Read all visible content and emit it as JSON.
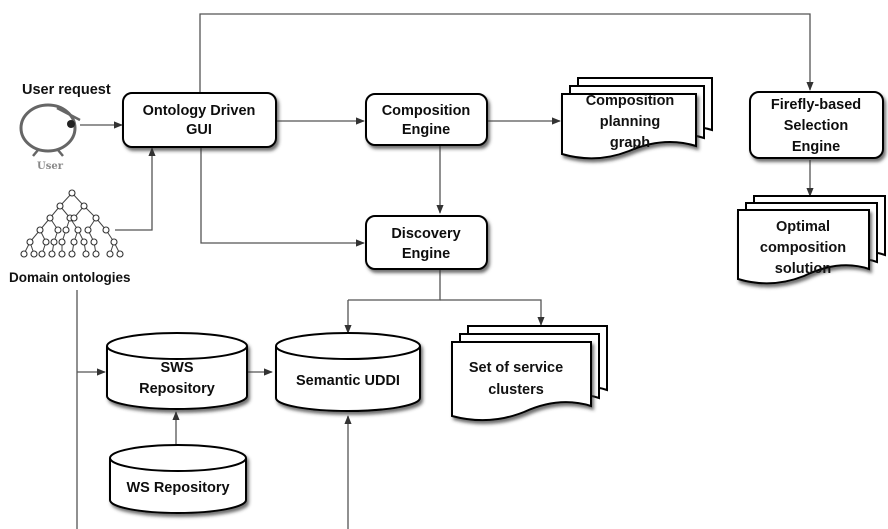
{
  "actors": {
    "user_request": "User request",
    "user_caption": "User",
    "domain_ontologies": "Domain ontologies"
  },
  "boxes": {
    "ontology_gui": [
      "Ontology Driven",
      "GUI"
    ],
    "composition_engine": [
      "Composition",
      "Engine"
    ],
    "discovery_engine": [
      "Discovery",
      "Engine"
    ],
    "firefly_engine": [
      "Firefly-based",
      "Selection",
      "Engine"
    ]
  },
  "documents": {
    "composition_graph": [
      "Composition",
      "planning",
      "graph"
    ],
    "optimal_solution": [
      "Optimal",
      "composition",
      "solution"
    ],
    "service_clusters": [
      "Set of service",
      "clusters"
    ]
  },
  "databases": {
    "sws_repository": [
      "SWS",
      "Repository"
    ],
    "semantic_uddi": [
      "Semantic UDDI"
    ],
    "ws_repository": [
      "WS Repository"
    ]
  }
}
